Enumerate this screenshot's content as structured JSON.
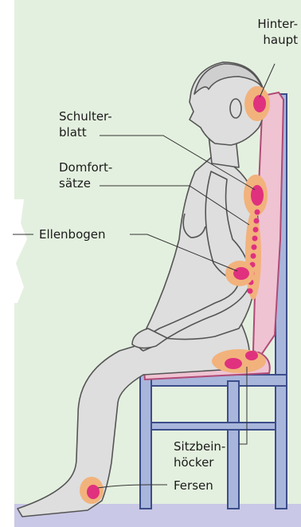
{
  "colors": {
    "background": "#e4f0df",
    "floor": "#c9c8e6",
    "chair": "#a9b6db",
    "chair_outline": "#3c4d8a",
    "cushion": "#efc3d2",
    "cushion_outline": "#b04a76",
    "skin": "#dedede",
    "outline": "#555555",
    "pressure_outer": "#f2b27c",
    "pressure_inner": "#e0317e",
    "leader": "#333333"
  },
  "labels": {
    "hinterhaupt": [
      "Hinter-",
      "haupt"
    ],
    "schulterblatt": [
      "Schulter-",
      "blatt"
    ],
    "dornfortsaetze": [
      "Domfort-",
      "sätze"
    ],
    "ellenbogen": "Ellenbogen",
    "sitzbeinhoecker": [
      "Sitzbein-",
      "höcker"
    ],
    "fersen": "Fersen"
  }
}
